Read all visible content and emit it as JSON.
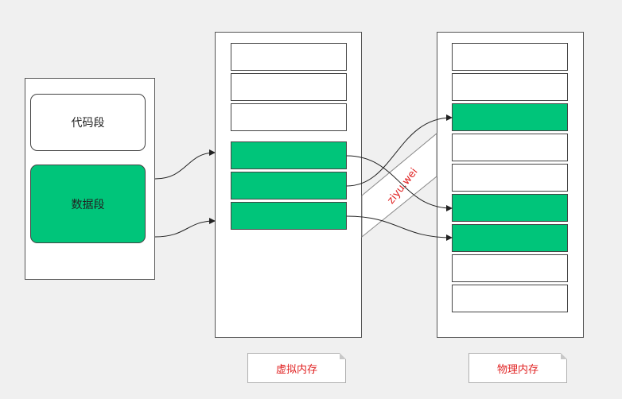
{
  "process": {
    "segments": [
      {
        "label": "代码段",
        "highlighted": false
      },
      {
        "label": "数据段",
        "highlighted": true
      }
    ]
  },
  "virtual_memory": {
    "label": "虚拟内存",
    "slots": [
      false,
      false,
      false,
      true,
      true,
      true
    ]
  },
  "physical_memory": {
    "label": "物理内存",
    "slots": [
      false,
      false,
      true,
      false,
      false,
      true,
      true,
      false,
      false
    ]
  },
  "watermark": "ziyu.wei",
  "colors": {
    "background": "#f0f0f0",
    "highlight": "#00c57a",
    "label_text": "#e02020",
    "border": "#444444"
  }
}
